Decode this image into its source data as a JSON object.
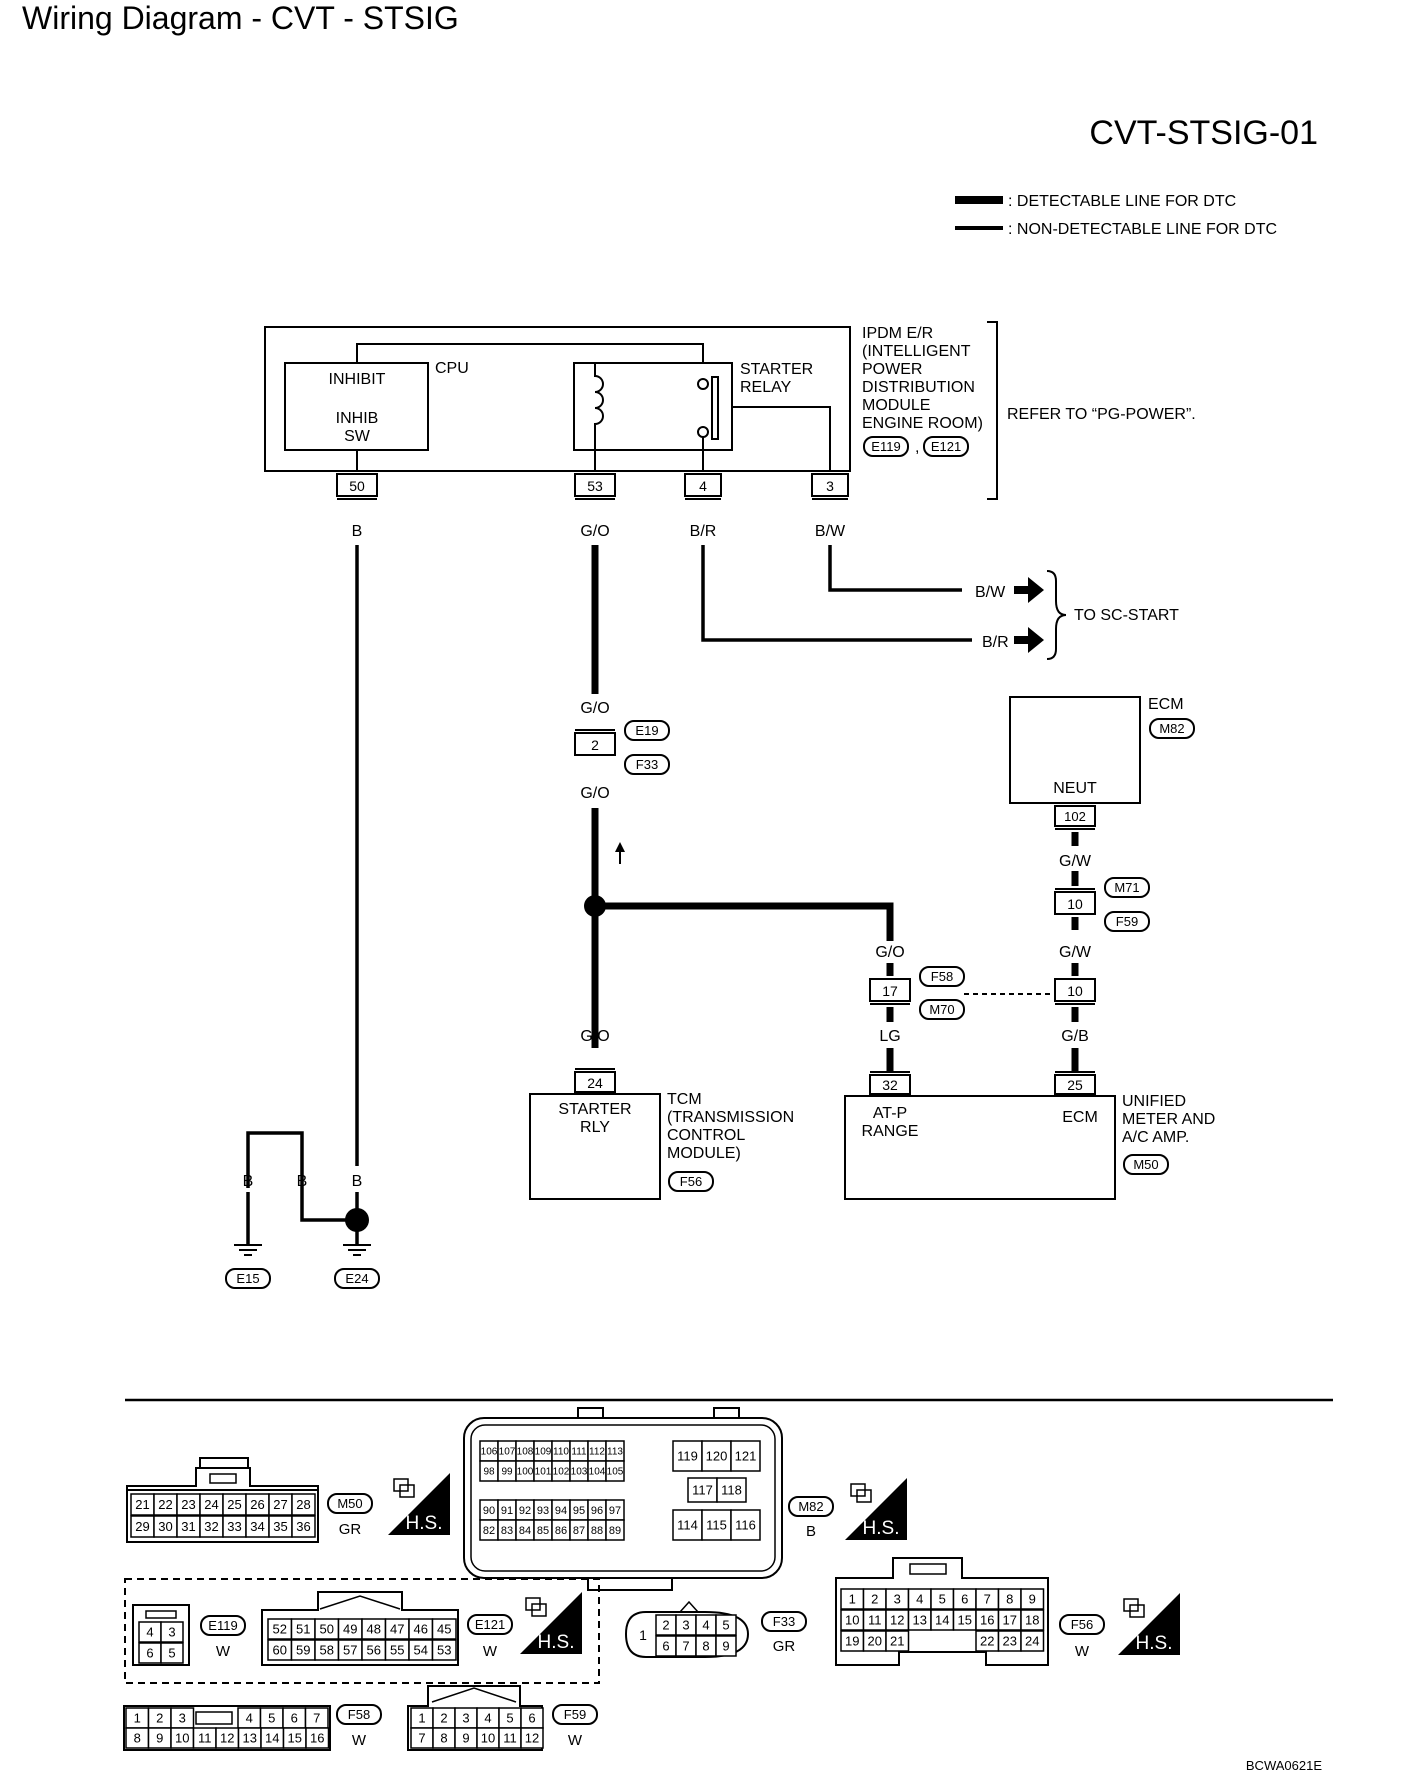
{
  "title": "Wiring Diagram - CVT - STSIG",
  "diagram_id": "CVT-STSIG-01",
  "legend": {
    "detectable": ": DETECTABLE LINE FOR DTC",
    "non_detectable": ": NON-DETECTABLE LINE FOR DTC"
  },
  "ipdm": {
    "label_lines": [
      "IPDM E/R",
      "(INTELLIGENT",
      "POWER",
      "DISTRIBUTION",
      "MODULE",
      "ENGINE ROOM)"
    ],
    "connectors": [
      "E119",
      "E121"
    ],
    "refer": "REFER TO “PG-POWER”.",
    "cpu": "CPU",
    "inhibit_title": "INHIBIT",
    "inhib_sw_lines": [
      "INHIB",
      "SW"
    ],
    "starter_relay_lines": [
      "STARTER",
      "RELAY"
    ],
    "pins": [
      "50",
      "53",
      "4",
      "3"
    ]
  },
  "wires": {
    "w50": "B",
    "w53": "G/O",
    "w4": "B/R",
    "w3": "B/W",
    "to_bw": "B/W",
    "to_br": "B/R",
    "to_sc_start": "TO SC-START",
    "go_top": "G/O",
    "go_mid": "G/O",
    "go_branch": "G/O",
    "go_bottom": "G/O",
    "lg": "LG",
    "gw_top": "G/W",
    "gw_mid": "G/W",
    "gb": "G/B",
    "gnd_b1": "B",
    "gnd_b2": "B",
    "gnd_b3": "B"
  },
  "connectors_inline": {
    "e19_pin": "2",
    "e19": "E19",
    "f33": "F33",
    "m71_pin": "10",
    "m71": "M71",
    "f59": "F59",
    "f58_pin": "17",
    "f58": "F58",
    "m70": "M70",
    "right_pin": "10"
  },
  "ecm": {
    "label": "ECM",
    "connector": "M82",
    "terminal": "NEUT",
    "pin": "102"
  },
  "tcm": {
    "pin": "24",
    "terminal_lines": [
      "STARTER",
      "RLY"
    ],
    "label_lines": [
      "TCM",
      "(TRANSMISSION",
      "CONTROL",
      "MODULE)"
    ],
    "connector": "F56"
  },
  "unified": {
    "pins": [
      "32",
      "25"
    ],
    "atp_lines": [
      "AT-P",
      "RANGE"
    ],
    "ecm": "ECM",
    "label_lines": [
      "UNIFIED",
      "METER AND",
      "A/C AMP."
    ],
    "connector": "M50"
  },
  "grounds": [
    "E15",
    "E24"
  ],
  "connector_views": {
    "m50": {
      "rows": [
        [
          "21",
          "22",
          "23",
          "24",
          "25",
          "26",
          "27",
          "28"
        ],
        [
          "29",
          "30",
          "31",
          "32",
          "33",
          "34",
          "35",
          "36"
        ]
      ],
      "id": "M50",
      "color": "GR"
    },
    "m82": {
      "block1": [
        [
          "106",
          "107",
          "108",
          "109",
          "110",
          "111",
          "112",
          "113"
        ],
        [
          "98",
          "99",
          "100",
          "101",
          "102",
          "103",
          "104",
          "105"
        ]
      ],
      "block2": [
        [
          "90",
          "91",
          "92",
          "93",
          "94",
          "95",
          "96",
          "97"
        ],
        [
          "82",
          "83",
          "84",
          "85",
          "86",
          "87",
          "88",
          "89"
        ]
      ],
      "right_top": [
        "119",
        "120",
        "121"
      ],
      "right_mid": [
        "117",
        "118"
      ],
      "right_bot": [
        "114",
        "115",
        "116"
      ],
      "id": "M82",
      "color": "B"
    },
    "e119": {
      "rows": [
        [
          "4",
          "3"
        ],
        [
          "6",
          "5"
        ]
      ],
      "id": "E119",
      "color": "W"
    },
    "e121": {
      "rows": [
        [
          "52",
          "51",
          "50",
          "49",
          "48",
          "47",
          "46",
          "45"
        ],
        [
          "60",
          "59",
          "58",
          "57",
          "56",
          "55",
          "54",
          "53"
        ]
      ],
      "id": "E121",
      "color": "W"
    },
    "f33": {
      "single": "1",
      "rows": [
        [
          "2",
          "3",
          "4",
          "5"
        ],
        [
          "6",
          "7",
          "8",
          "9"
        ]
      ],
      "id": "F33",
      "color": "GR"
    },
    "f56": {
      "rows": [
        [
          "1",
          "2",
          "3",
          "4",
          "5",
          "6",
          "7",
          "8",
          "9"
        ],
        [
          "10",
          "11",
          "12",
          "13",
          "14",
          "15",
          "16",
          "17",
          "18"
        ]
      ],
      "row3_left": [
        "19",
        "20",
        "21"
      ],
      "row3_right": [
        "22",
        "23",
        "24"
      ],
      "id": "F56",
      "color": "W"
    },
    "f58": {
      "row1_left": [
        "1",
        "2",
        "3"
      ],
      "row1_right": [
        "4",
        "5",
        "6",
        "7"
      ],
      "row2": [
        "8",
        "9",
        "10",
        "11",
        "12",
        "13",
        "14",
        "15",
        "16"
      ],
      "id": "F58",
      "color": "W"
    },
    "f59": {
      "rows": [
        [
          "1",
          "2",
          "3",
          "4",
          "5",
          "6"
        ],
        [
          "7",
          "8",
          "9",
          "10",
          "11",
          "12"
        ]
      ],
      "id": "F59",
      "color": "W"
    },
    "hs": "H.S."
  },
  "footer_code": "BCWA0621E"
}
